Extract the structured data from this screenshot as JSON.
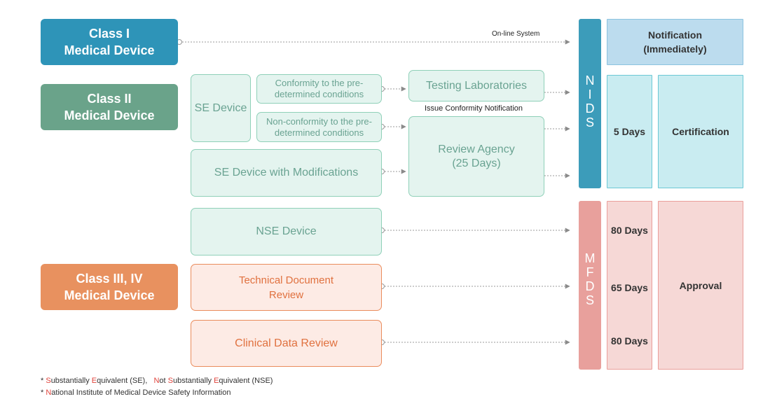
{
  "class_boxes": {
    "class1": "Class I\nMedical Device",
    "class2": "Class II\nMedical Device",
    "class34": "Class III, IV\nMedical Device"
  },
  "mid_boxes": {
    "se_device": "SE Device",
    "conformity": "Conformity to the pre-\ndetermined conditions",
    "nonconformity": "Non-conformity to the pre-\ndetermined conditions",
    "se_modifications": "SE Device with Modifications",
    "testing_labs": "Testing Laboratories",
    "review_agency": "Review Agency\n(25 Days)",
    "nse_device": "NSE Device",
    "technical_review": "Technical Document\nReview",
    "clinical_review": "Clinical Data Review"
  },
  "labels": {
    "online_system": "On-line System",
    "issue_notification": "Issue Conformity Notification"
  },
  "bars": {
    "nids": [
      "N",
      "I",
      "D",
      "S"
    ],
    "mfds": [
      "M",
      "F",
      "D",
      "S"
    ]
  },
  "right_boxes": {
    "notification": "Notification\n(Immediately)",
    "five_days": "5 Days",
    "certification": "Certification",
    "days_80a": "80 Days",
    "days_65": "65 Days",
    "days_80b": "80 Days",
    "approval": "Approval"
  },
  "footnotes": {
    "line1": {
      "star": "* ",
      "s1": "S",
      "t1": "ubstantially ",
      "e1": "E",
      "t2": "quivalent (SE),   ",
      "n2": "N",
      "t3": "ot ",
      "s2": "S",
      "t4": "ubstantially ",
      "e2": "E",
      "t5": "quivalent (NSE)"
    },
    "line2": {
      "star": "* ",
      "n": "N",
      "t": "ational Institute of Medical Device Safety Information"
    }
  },
  "colors": {
    "class1": "#2e94b8",
    "class2": "#6aa38a",
    "class34": "#e8915f",
    "nids_bar": "#3c9cba",
    "mfds_bar": "#e8a09c",
    "notification_fill": "#bcdcee",
    "certification_fill": "#c9ecf1",
    "approval_fill": "#f6d8d6"
  }
}
